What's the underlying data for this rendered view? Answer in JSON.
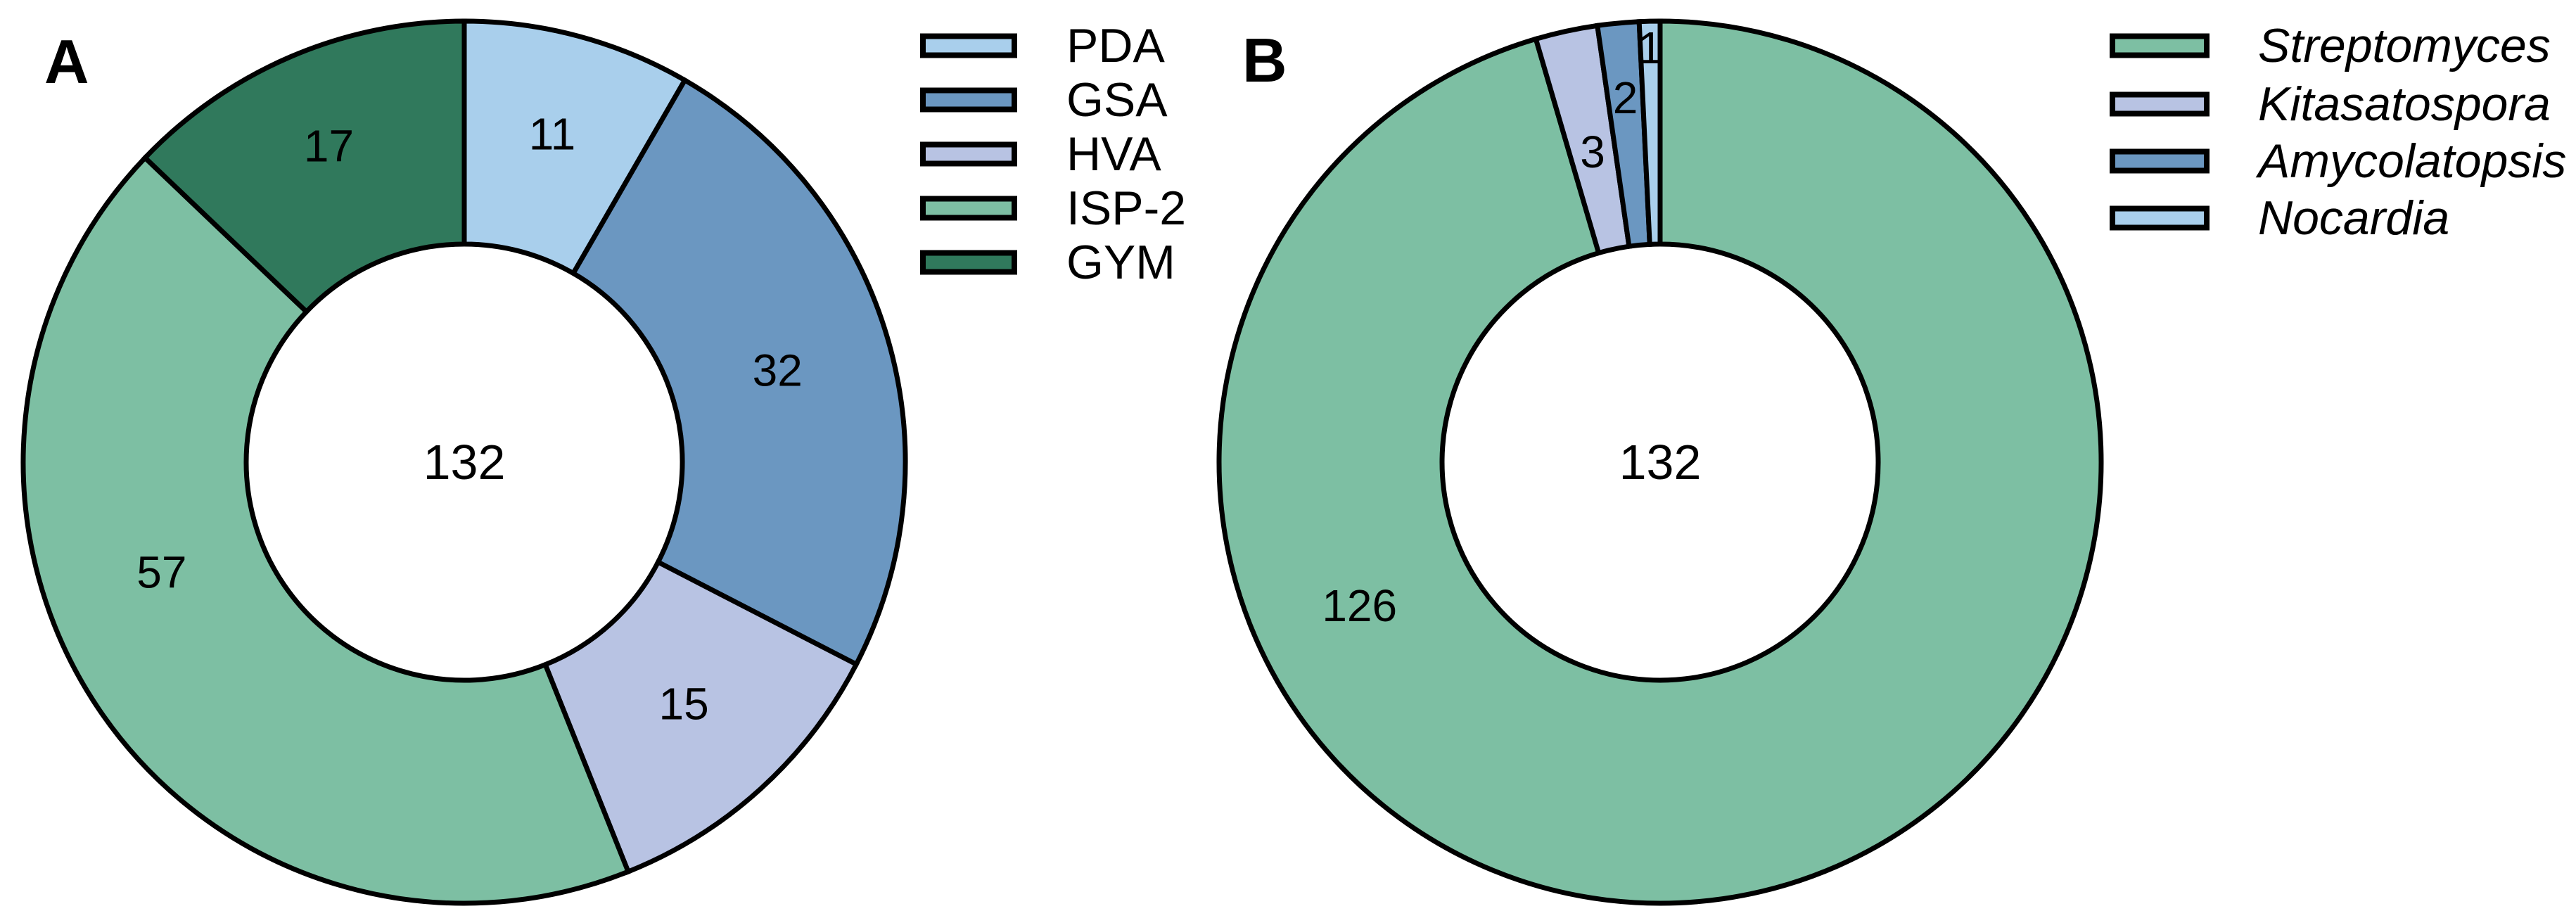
{
  "figure": {
    "panels": [
      {
        "letter": "A",
        "center_total": "132"
      },
      {
        "letter": "B",
        "center_total": "132"
      }
    ]
  },
  "chart_data": [
    {
      "type": "pie",
      "subtype": "donut",
      "panel": "A",
      "title": "",
      "center_label": "132",
      "total": 132,
      "start_angle_deg": 0,
      "direction": "clockwise",
      "legend_position": "right",
      "legend_italic": false,
      "slices": [
        {
          "label": "PDA",
          "value": 11,
          "color": "#a9cfec",
          "label_r": 0.77
        },
        {
          "label": "GSA",
          "value": 32,
          "color": "#6b97c1",
          "label_r": 0.74
        },
        {
          "label": "HVA",
          "value": 15,
          "color": "#b8c3e3",
          "label_r": 0.74
        },
        {
          "label": "ISP-2",
          "value": 57,
          "color": "#7dbfa3",
          "label_angle": 250,
          "label_r": 0.73
        },
        {
          "label": "GYM",
          "value": 17,
          "color": "#30795c",
          "label_r": 0.78
        }
      ]
    },
    {
      "type": "pie",
      "subtype": "donut",
      "panel": "B",
      "title": "",
      "center_label": "132",
      "total": 132,
      "start_angle_deg": 0,
      "direction": "clockwise",
      "legend_position": "right",
      "legend_italic": true,
      "slices": [
        {
          "label": "Streptomyces",
          "value": 126,
          "color": "#7dbfa3",
          "label_angle": 244.5,
          "label_r": 0.755
        },
        {
          "label": "Kitasatospora",
          "value": 3,
          "color": "#b8c3e3",
          "label_r": 0.72
        },
        {
          "label": "Amycolatopsis",
          "value": 2,
          "color": "#6b97c1",
          "label_r": 0.83
        },
        {
          "label": "Nocardia",
          "value": 1,
          "color": "#a9cfec",
          "label_r": 0.94
        }
      ]
    }
  ],
  "style": {
    "slice_stroke_color": "#000000",
    "background": "#ffffff"
  }
}
